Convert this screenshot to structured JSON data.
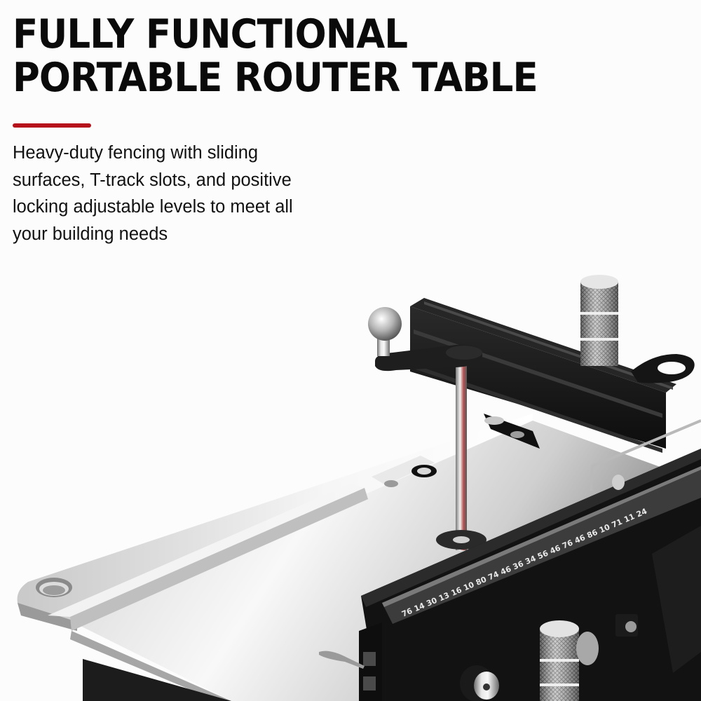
{
  "headline": {
    "line1": "FULLY FUNCTIONAL",
    "line2": "PORTABLE ROUTER TABLE"
  },
  "accent_color": "#b5121b",
  "body": {
    "lines": [
      "Heavy-duty fencing with sliding",
      "surfaces, T-track slots, and positive",
      "locking adjustable levels to meet all",
      "your building needs"
    ]
  },
  "product_image": {
    "subject": "portable router table with fence, T-track, clamp and knurled knobs",
    "ruler_markings": [
      "76",
      "14",
      "30",
      "13",
      "16",
      "10",
      "80",
      "74",
      "46",
      "36",
      "34",
      "56",
      "46",
      "76",
      "46",
      "86",
      "10",
      "71",
      "11",
      "24"
    ]
  }
}
